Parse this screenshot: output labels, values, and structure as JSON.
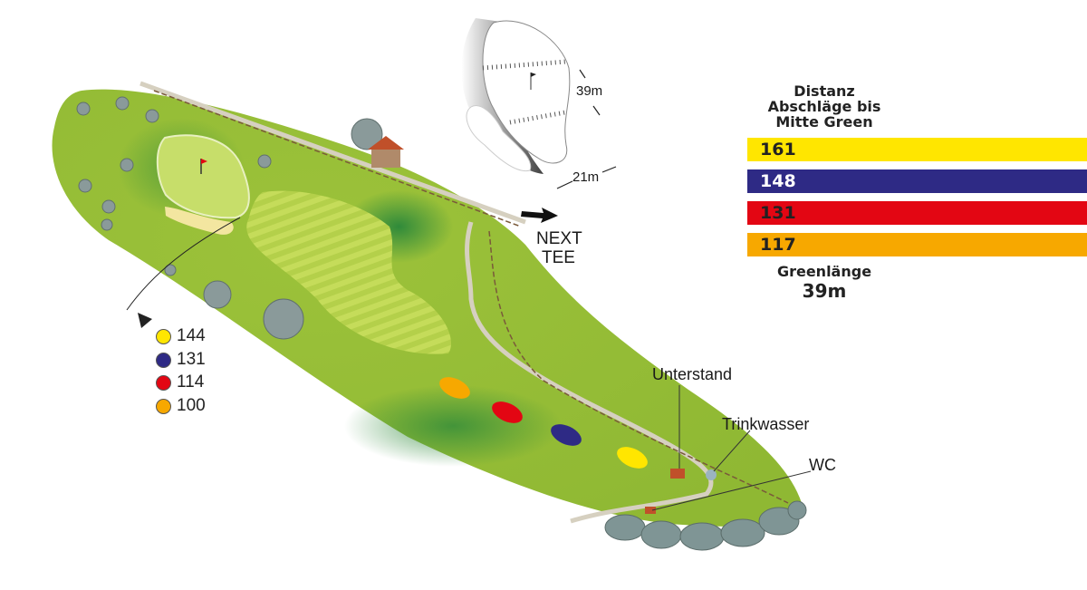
{
  "panel": {
    "title_lines": [
      "Distanz",
      "Abschläge bis",
      "Mitte Green"
    ],
    "bars": [
      {
        "value": "161",
        "color": "#ffe600",
        "text_color": "#222222"
      },
      {
        "value": "148",
        "color": "#2e2a85",
        "text_color": "#ffffff"
      },
      {
        "value": "131",
        "color": "#e30613",
        "text_color": "#222222"
      },
      {
        "value": "117",
        "color": "#f7a800",
        "text_color": "#222222"
      }
    ],
    "green_length_label": "Greenlänge",
    "green_length_value": "39m"
  },
  "legend": [
    {
      "value": "144",
      "color": "#ffe600"
    },
    {
      "value": "131",
      "color": "#2e2a85"
    },
    {
      "value": "114",
      "color": "#e30613"
    },
    {
      "value": "100",
      "color": "#f7a800"
    }
  ],
  "green_detail": {
    "depth": "39m",
    "width": "21m"
  },
  "labels": {
    "next_tee_line1": "NEXT",
    "next_tee_line2": "TEE",
    "shelter": "Unterstand",
    "water": "Trinkwasser",
    "wc": "WC"
  }
}
